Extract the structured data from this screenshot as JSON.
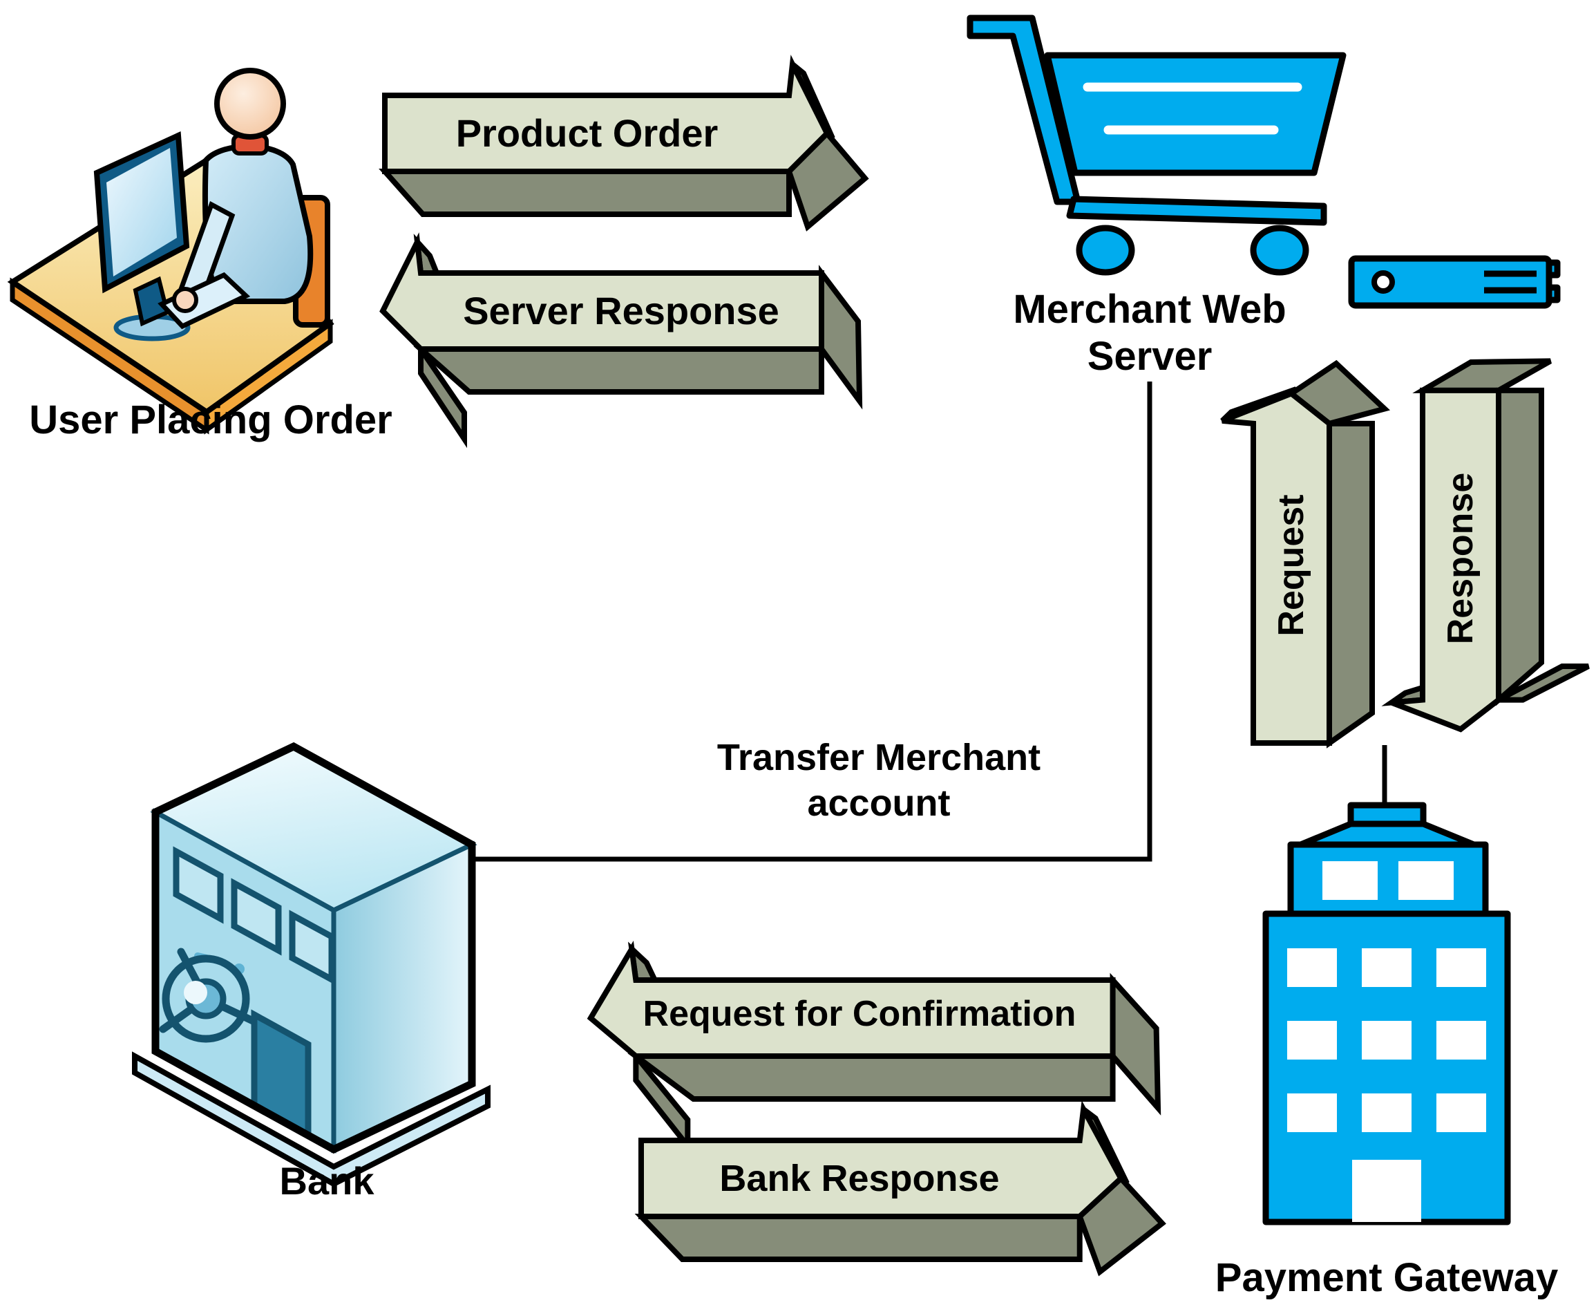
{
  "colors": {
    "arrow_face": "#dce2cc",
    "arrow_side": "#868d79",
    "outline": "#000000",
    "brand_blue": "#00ACEE",
    "bank_front": "#a9dcec",
    "bank_light": "#cdeaf5",
    "bank_dark": "#14536e",
    "desk_edge": "#e8912d",
    "chair": "#e8832b",
    "skin": "#f5c9a4",
    "shirt": "#a9d4e8",
    "collar": "#e05438"
  },
  "nodes": {
    "user": {
      "label": "User Placing Order"
    },
    "merchant": {
      "label_line1": "Merchant Web",
      "label_line2": "Server"
    },
    "bank": {
      "label": "Bank"
    },
    "gateway": {
      "label": "Payment Gateway"
    }
  },
  "flows": {
    "product_order": {
      "label": "Product Order",
      "direction": "right"
    },
    "server_response": {
      "label": "Server Response",
      "direction": "left"
    },
    "request": {
      "label": "Request",
      "direction": "up"
    },
    "response": {
      "label": "Response",
      "direction": "down"
    },
    "transfer": {
      "line1": "Transfer Merchant",
      "line2": "account"
    },
    "request_confirmation": {
      "label": "Request for Confirmation",
      "direction": "left"
    },
    "bank_response": {
      "label": "Bank Response",
      "direction": "right"
    }
  }
}
